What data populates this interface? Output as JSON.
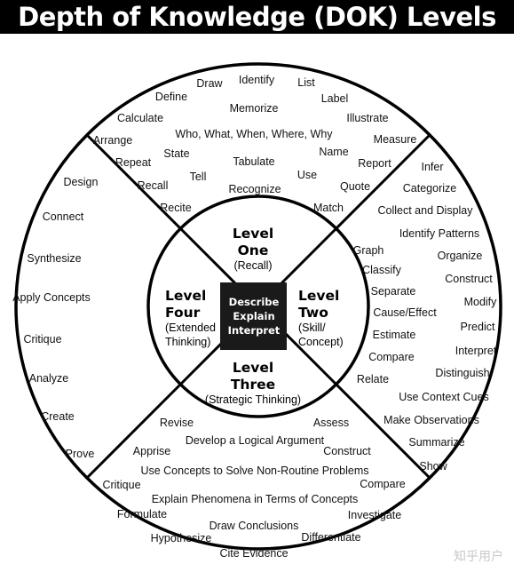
{
  "title": "Depth of Knowledge (DOK) Levels",
  "center": {
    "lines": [
      "Describe",
      "Explain",
      "Interpret"
    ]
  },
  "levels": {
    "one": {
      "title": [
        "Level",
        "One"
      ],
      "subtitle": [
        "(Recall)"
      ]
    },
    "two": {
      "title": [
        "Level",
        "Two"
      ],
      "subtitle": [
        "(Skill/",
        "Concept)"
      ]
    },
    "three": {
      "title": [
        "Level",
        "Three"
      ],
      "subtitle": [
        "(Strategic Thinking)"
      ]
    },
    "four": {
      "title": [
        "Level",
        "Four"
      ],
      "subtitle": [
        "(Extended",
        "Thinking)"
      ]
    }
  },
  "verbs": {
    "recall": [
      "Draw",
      "Identify",
      "List",
      "Define",
      "Memorize",
      "Label",
      "Calculate",
      "Illustrate",
      "Arrange",
      "Who, What, When, Where, Why",
      "Measure",
      "Name",
      "State",
      "Repeat",
      "Tabulate",
      "Report",
      "Tell",
      "Use",
      "Recall",
      "Recognize",
      "Quote",
      "Recite",
      "Match"
    ],
    "skill": [
      "Infer",
      "Categorize",
      "Collect and Display",
      "Identify Patterns",
      "Graph",
      "Organize",
      "Classify",
      "Construct",
      "Separate",
      "Modify",
      "Cause/Effect",
      "Predict",
      "Estimate",
      "Interpret",
      "Compare",
      "Distinguish",
      "Relate",
      "Use Context Cues",
      "Make Observations",
      "Summarize",
      "Show"
    ],
    "strategic": [
      "Revise",
      "Assess",
      "Develop a Logical Argument",
      "Apprise",
      "Construct",
      "Use Concepts to Solve Non-Routine Problems",
      "Critique",
      "Compare",
      "Explain Phenomena in Terms of Concepts",
      "Formulate",
      "Investigate",
      "Draw Conclusions",
      "Hypothesize",
      "Differentiate",
      "Cite Evidence"
    ],
    "extended": [
      "Design",
      "Connect",
      "Synthesize",
      "Apply Concepts",
      "Critique",
      "Analyze",
      "Create",
      "Prove"
    ]
  },
  "watermark": "知乎用户"
}
